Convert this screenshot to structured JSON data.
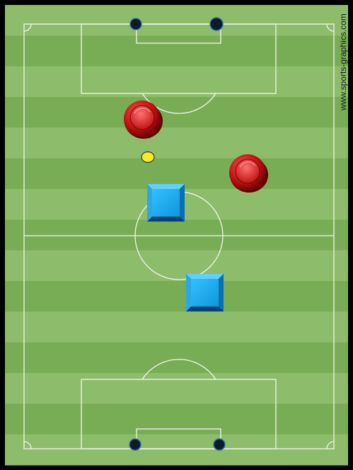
{
  "diagram": {
    "type": "soccer-pitch-drill",
    "watermark": "www.sports-graphics.com",
    "colors": {
      "grass_light": "#8dbd6a",
      "grass_dark": "#79ad55",
      "lines": "#f2f6ee",
      "frame": "#000000",
      "attacker_red": "#d01818",
      "defender_blue": "#1aa3e8",
      "ball": "#f4ea2a",
      "goal_post": "#0d1a2a"
    },
    "pieces": {
      "attackers": [
        "red-disc",
        "red-disc"
      ],
      "defenders": [
        "blue-square",
        "blue-square"
      ],
      "ball": "yellow-ball",
      "goal_posts": [
        "top-left-post",
        "top-right-post",
        "bottom-left-post",
        "bottom-right-post"
      ]
    }
  }
}
